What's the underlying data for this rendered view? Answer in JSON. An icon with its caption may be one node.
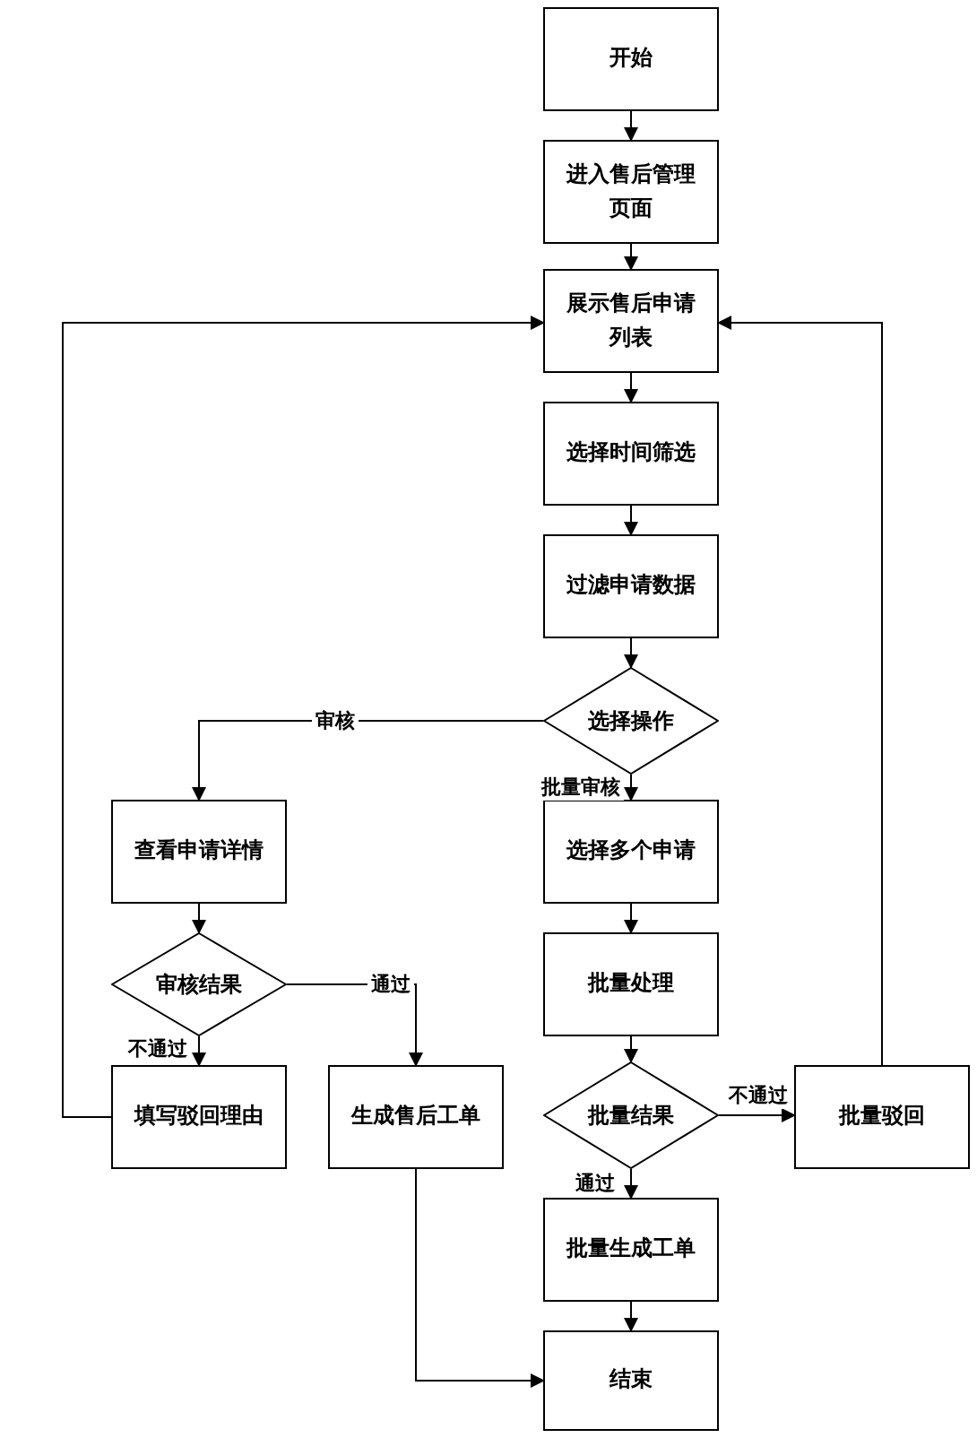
{
  "diagram": {
    "nodes": [
      {
        "text": [
          "开始"
        ]
      },
      {
        "text": [
          "进入售后管理页面"
        ]
      },
      {
        "text": [
          "展示售后申请列表"
        ]
      },
      {
        "text": [
          "选择时间筛选"
        ]
      },
      {
        "text": [
          "过滤申请数据"
        ]
      },
      {
        "text": [
          "选择操作"
        ]
      },
      {
        "text": [
          "查看申请详情"
        ]
      },
      {
        "text": [
          "审核结果"
        ]
      },
      {
        "text": [
          "选择多个申请"
        ]
      },
      {
        "text": [
          "批量处理"
        ]
      },
      {
        "text": [
          "填写驳回理由"
        ]
      },
      {
        "text": [
          "生成售后工单"
        ]
      },
      {
        "text": [
          "批量结果"
        ]
      },
      {
        "text": [
          "批量驳回"
        ]
      },
      {
        "text": [
          "批量生成工单"
        ]
      },
      {
        "text": [
          "结束"
        ]
      }
    ],
    "edges": [
      {
        "from": 0,
        "to": 1,
        "arrow": "to"
      },
      {
        "from": 1,
        "to": 2,
        "arrow": "to"
      },
      {
        "from": 2,
        "to": 3,
        "arrow": "to"
      },
      {
        "from": 3,
        "to": 4,
        "arrow": "to"
      },
      {
        "from": 4,
        "to": 5,
        "arrow": "to"
      },
      {
        "from": 5,
        "to": 6,
        "arrow": "to",
        "label": "审核"
      },
      {
        "from": 5,
        "to": 8,
        "arrow": "to",
        "label": "批量审核"
      },
      {
        "from": 6,
        "to": 7,
        "arrow": "to"
      },
      {
        "from": 7,
        "to": 11,
        "arrow": "to",
        "label": "通过"
      },
      {
        "from": 7,
        "to": 10,
        "arrow": "to",
        "label": "不通过"
      },
      {
        "from": 10,
        "to": 2,
        "arrow": "to"
      },
      {
        "from": 8,
        "to": 9,
        "arrow": "to"
      },
      {
        "from": 9,
        "to": 12,
        "arrow": "to"
      },
      {
        "from": 12,
        "to": 13,
        "arrow": "to",
        "label": "不通过"
      },
      {
        "from": 12,
        "to": 14,
        "arrow": "to",
        "label": "通过"
      },
      {
        "from": 13,
        "to": 2,
        "arrow": "to"
      },
      {
        "from": 14,
        "to": 15,
        "arrow": "to"
      },
      {
        "from": 11,
        "to": 15,
        "arrow": "to"
      }
    ]
  }
}
